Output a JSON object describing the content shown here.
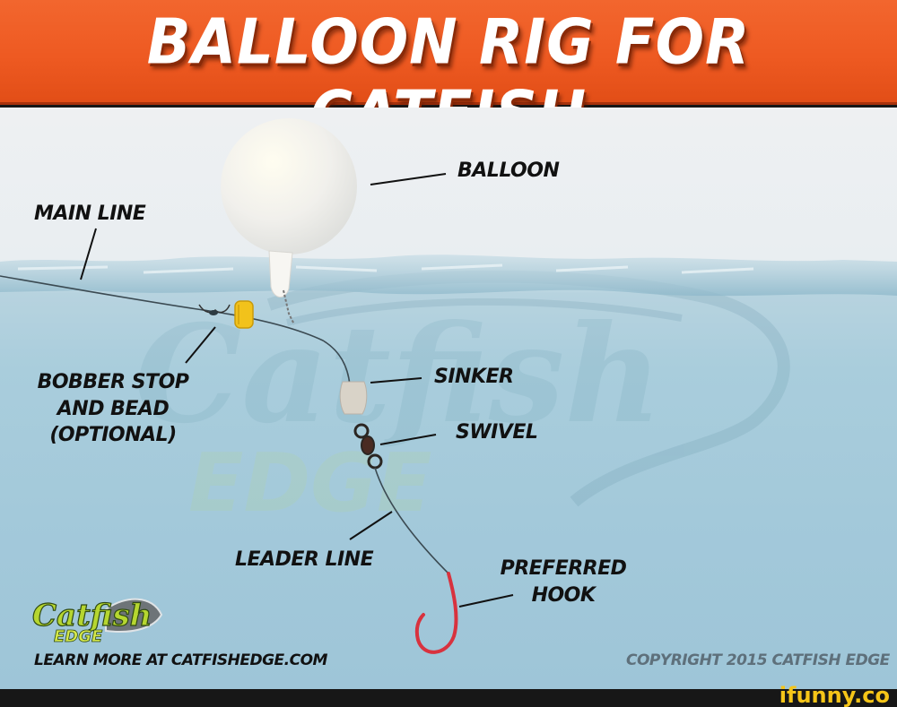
{
  "header": {
    "title": "BALLOON RIG FOR CATFISH",
    "background_color": "#ee5a22",
    "text_color": "#ffffff"
  },
  "diagram": {
    "labels": {
      "balloon": "BALLOON",
      "main_line": "MAIN LINE",
      "bobber_stop_line1": "BOBBER STOP",
      "bobber_stop_line2": "AND BEAD",
      "bobber_stop_line3": "(OPTIONAL)",
      "sinker": "SINKER",
      "swivel": "SWIVEL",
      "leader_line": "LEADER LINE",
      "hook_line1": "PREFERRED",
      "hook_line2": "HOOK"
    },
    "components": [
      {
        "name": "balloon",
        "color": "#f4f3ee"
      },
      {
        "name": "bobber-bead",
        "color": "#f2c21b"
      },
      {
        "name": "sinker",
        "color": "#d9d3c8"
      },
      {
        "name": "swivel",
        "color": "#2b2622"
      },
      {
        "name": "hook",
        "color": "#d8323e"
      }
    ],
    "watermark": {
      "line1": "Catfish",
      "line2": "EDGE"
    }
  },
  "footer": {
    "logo_line1": "Catfish",
    "logo_line2": "EDGE",
    "learn_more": "LEARN MORE AT CATFISHEDGE.COM",
    "copyright": "COPYRIGHT 2015 CATFISH EDGE",
    "site_watermark": "ifunny.co"
  }
}
